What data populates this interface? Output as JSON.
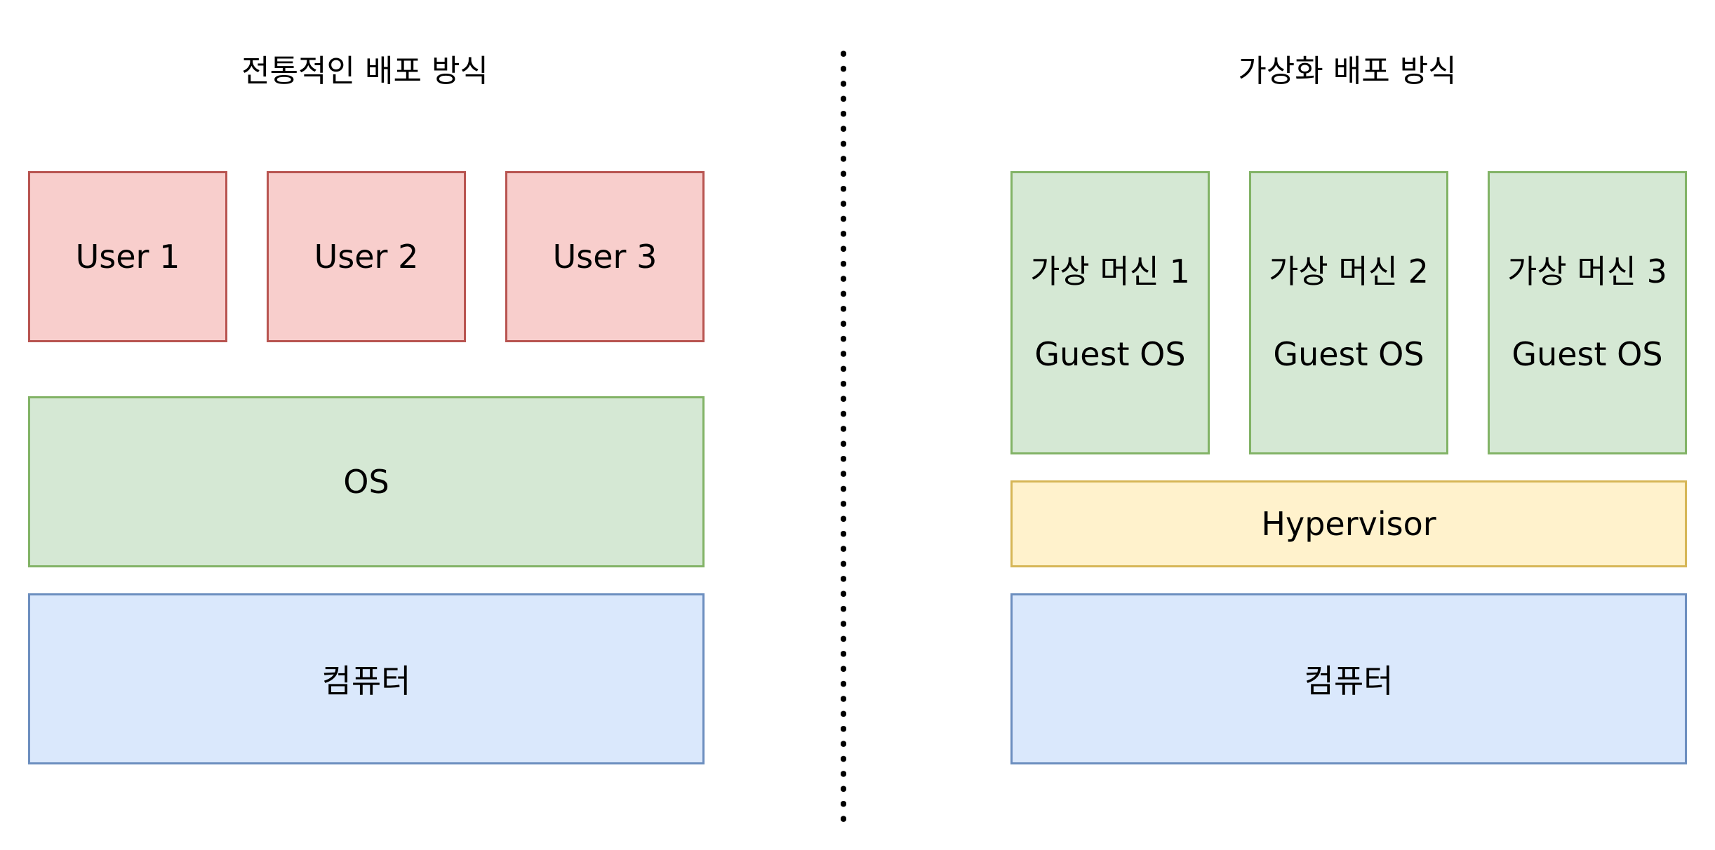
{
  "traditional": {
    "title": "전통적인 배포 방식",
    "users": [
      "User 1",
      "User 2",
      "User 3"
    ],
    "os_label": "OS",
    "computer_label": "컴퓨터"
  },
  "virtualization": {
    "title": "가상화 배포 방식",
    "vms": [
      {
        "name": "가상 머신 1",
        "os": "Guest OS"
      },
      {
        "name": "가상 머신 2",
        "os": "Guest OS"
      },
      {
        "name": "가상 머신 3",
        "os": "Guest OS"
      }
    ],
    "hypervisor_label": "Hypervisor",
    "computer_label": "컴퓨터"
  },
  "colors": {
    "user_fill": "#f8cecc",
    "user_stroke": "#b85450",
    "os_fill": "#d5e8d4",
    "os_stroke": "#82b366",
    "computer_fill": "#dae8fc",
    "computer_stroke": "#6c8ebf",
    "hypervisor_fill": "#fff2cc",
    "hypervisor_stroke": "#d6b656"
  }
}
